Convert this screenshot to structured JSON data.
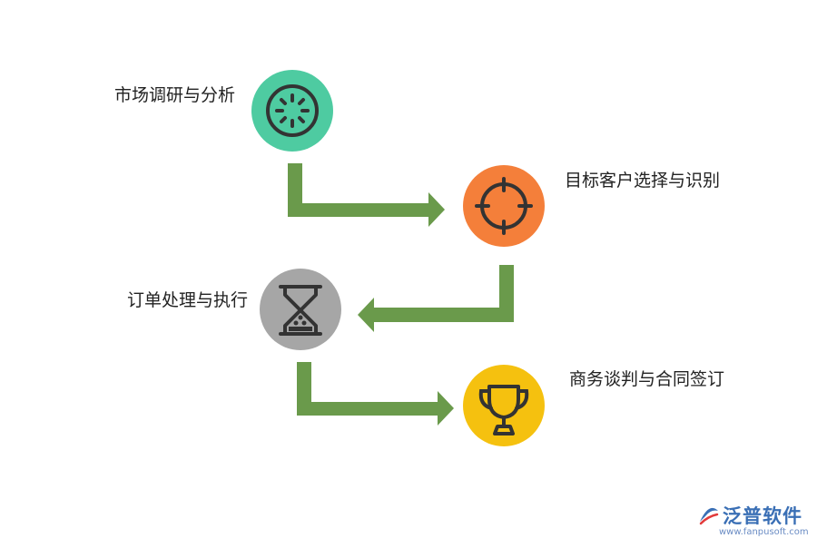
{
  "steps": [
    {
      "label": "市场调研与分析",
      "icon": "gear-icon",
      "color": "#4ecba1"
    },
    {
      "label": "目标客户选择与识别",
      "icon": "target-icon",
      "color": "#f47f3a"
    },
    {
      "label": "订单处理与执行",
      "icon": "hourglass-icon",
      "color": "#a6a6a6"
    },
    {
      "label": "商务谈判与合同签订",
      "icon": "trophy-icon",
      "color": "#f5c10f"
    }
  ],
  "arrow_color": "#6a9a4b",
  "icon_stroke_color": "#333333",
  "logo": {
    "name": "泛普软件",
    "url": "www.fanpusoft.com"
  }
}
